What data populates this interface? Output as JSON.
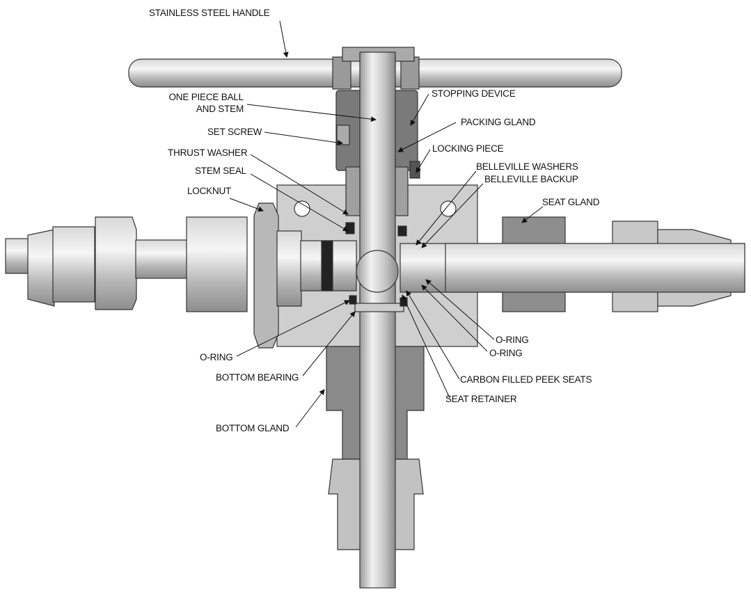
{
  "labels": {
    "handle": "STAINLESS STEEL HANDLE",
    "ball_stem_1": "ONE PIECE BALL",
    "ball_stem_2": "AND STEM",
    "set_screw": "SET SCREW",
    "thrust_washer": "THRUST WASHER",
    "stem_seal": "STEM SEAL",
    "locknut": "LOCKNUT",
    "stopping_device": "STOPPING DEVICE",
    "packing_gland": "PACKING GLAND",
    "locking_piece": "LOCKING PIECE",
    "belleville_washers": "BELLEVILLE WASHERS",
    "belleville_backup": "BELLEVILLE BACKUP",
    "seat_gland": "SEAT GLAND",
    "o_ring_left": "O-RING",
    "bottom_bearing": "BOTTOM BEARING",
    "bottom_gland": "BOTTOM GLAND",
    "o_ring_right_1": "O-RING",
    "o_ring_right_2": "O-RING",
    "peek_seats": "CARBON FILLED PEEK SEATS",
    "seat_retainer": "SEAT RETAINER"
  },
  "colors": {
    "body": "#cfcfcf",
    "dark_part": "#7a7a7a",
    "mid_part": "#a8a8a8",
    "outline": "#333333"
  }
}
